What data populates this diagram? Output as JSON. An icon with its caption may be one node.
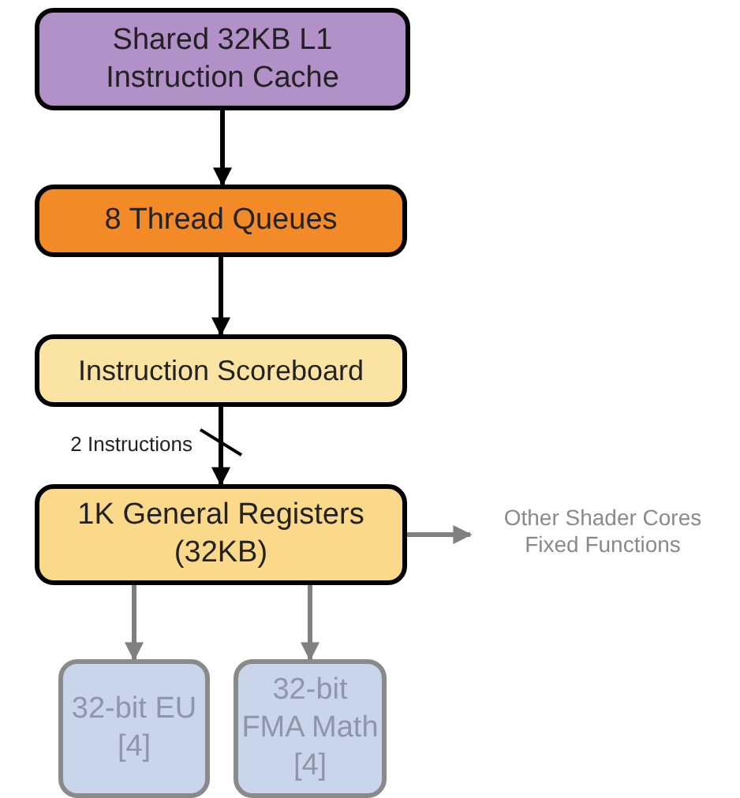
{
  "diagram": {
    "nodes": [
      {
        "text": [
          "Shared 32KB L1 Instruction Cache"
        ]
      },
      {
        "text": [
          "8 Thread Queues"
        ]
      },
      {
        "text": [
          "Instruction Scoreboard"
        ]
      },
      {
        "text": [
          "1K General Registers (32KB)"
        ]
      },
      {
        "text": [
          "Other Shader Cores Fixed Functions"
        ]
      },
      {
        "text": [
          "32-bit EU [4]"
        ]
      },
      {
        "text": [
          "32-bit FMA Math [4]"
        ]
      }
    ],
    "edges": [
      {
        "from": 0,
        "to": 1,
        "arrow": "to"
      },
      {
        "from": 1,
        "to": 2,
        "arrow": "to"
      },
      {
        "from": 2,
        "to": 3,
        "arrow": "to",
        "label": "2 Instructions"
      },
      {
        "from": 3,
        "to": 4,
        "arrow": "to",
        "color": "#808080"
      },
      {
        "from": 3,
        "to": 5,
        "arrow": "to",
        "color": "#808080"
      },
      {
        "from": 3,
        "to": 6,
        "arrow": "to",
        "color": "#808080"
      }
    ]
  }
}
